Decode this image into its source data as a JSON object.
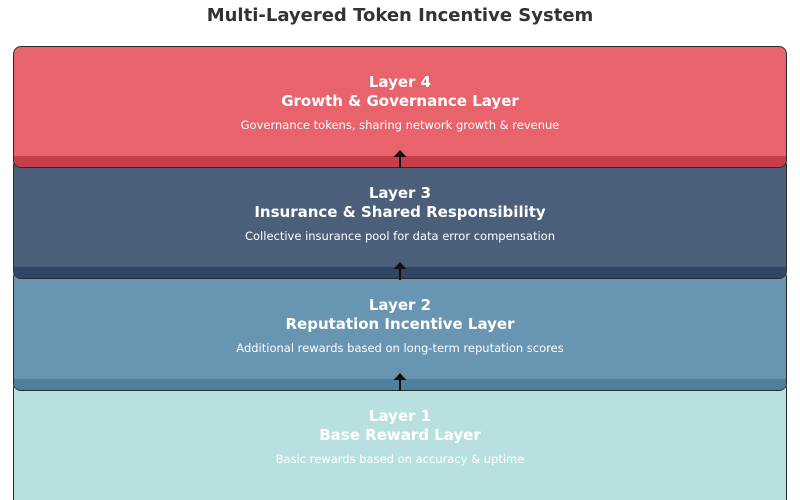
{
  "title": "Multi-Layered Token Incentive System",
  "layers": [
    {
      "number_label": "Layer 4",
      "name": "Growth & Governance Layer",
      "description": "Governance tokens, sharing network growth & revenue",
      "color": "#e8636c"
    },
    {
      "number_label": "Layer 3",
      "name": "Insurance & Shared Responsibility",
      "description": "Collective insurance pool for data error compensation",
      "color": "#4b5f7b"
    },
    {
      "number_label": "Layer 2",
      "name": "Reputation Incentive Layer",
      "description": "Additional rewards based on long-term reputation scores",
      "color": "#6896b2"
    },
    {
      "number_label": "Layer 1",
      "name": "Base Reward Layer",
      "description": "Basic rewards based on accuracy & uptime",
      "color": "#b8e0e1"
    }
  ],
  "arrows": [
    {
      "from": "Layer 1",
      "to": "Layer 2",
      "icon": "up-arrow-icon"
    },
    {
      "from": "Layer 2",
      "to": "Layer 3",
      "icon": "up-arrow-icon"
    },
    {
      "from": "Layer 3",
      "to": "Layer 4",
      "icon": "up-arrow-icon"
    }
  ]
}
